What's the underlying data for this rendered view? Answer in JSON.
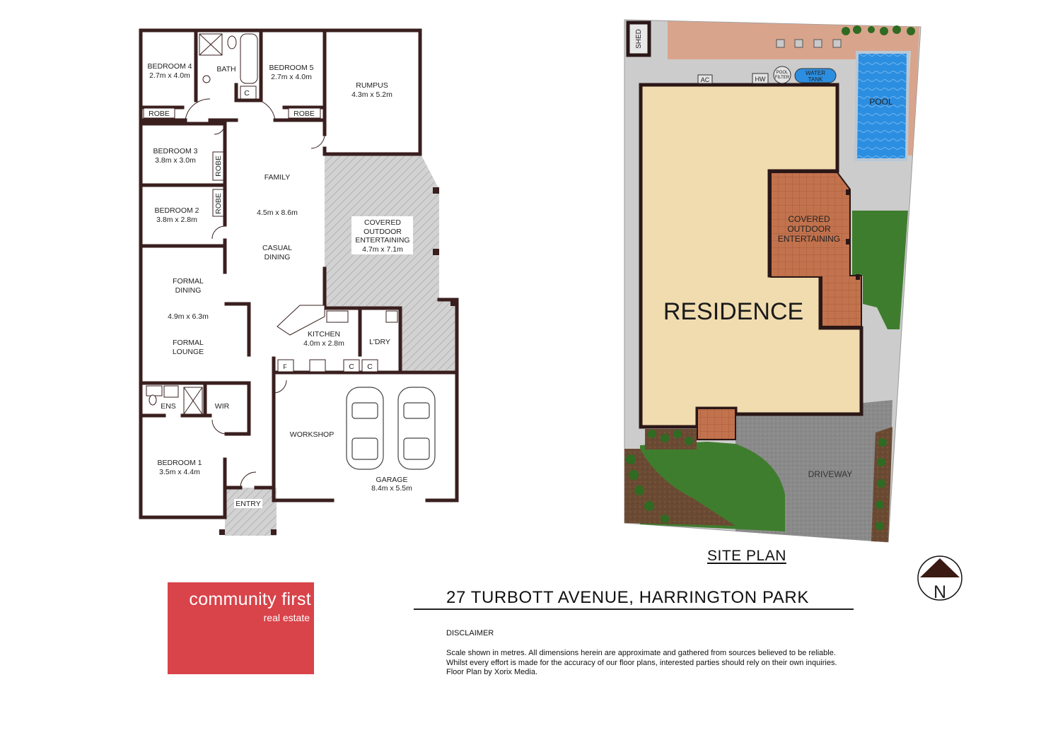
{
  "floor_plan": {
    "rooms": {
      "bedroom4": {
        "name": "BEDROOM 4",
        "size": "2.7m x 4.0m"
      },
      "bath": {
        "name": "BATH"
      },
      "bedroom5": {
        "name": "BEDROOM 5",
        "size": "2.7m x 4.0m"
      },
      "rumpus": {
        "name": "RUMPUS",
        "size": "4.3m x 5.2m"
      },
      "robe": "ROBE",
      "cupboard": "C",
      "bedroom3": {
        "name": "BEDROOM 3",
        "size": "3.8m x 3.0m"
      },
      "bedroom2": {
        "name": "BEDROOM 2",
        "size": "3.8m x 2.8m"
      },
      "family": {
        "name": "FAMILY",
        "size": "4.5m x 8.6m",
        "casual": "CASUAL",
        "dining": "DINING"
      },
      "covered": {
        "line1": "COVERED",
        "line2": "OUTDOOR",
        "line3": "ENTERTAINING",
        "size": "4.7m x 7.1m"
      },
      "formal_dining": {
        "line1": "FORMAL",
        "line2": "DINING",
        "size": "4.9m x 6.3m"
      },
      "formal_lounge": {
        "line1": "FORMAL",
        "line2": "LOUNGE"
      },
      "kitchen": {
        "name": "KITCHEN",
        "size": "4.0m x 2.8m"
      },
      "laundry": {
        "name": "L'DRY"
      },
      "fridge": "F",
      "ensuite": {
        "name": "ENS"
      },
      "wir": {
        "name": "WIR"
      },
      "workshop": {
        "name": "WORKSHOP"
      },
      "garage": {
        "name": "GARAGE",
        "size": "8.4m x 5.5m"
      },
      "bedroom1": {
        "name": "BEDROOM 1",
        "size": "3.5m x 4.4m"
      },
      "entry": {
        "name": "ENTRY"
      }
    }
  },
  "site_plan": {
    "title": "SITE PLAN",
    "labels": {
      "shed": "SHED",
      "ac": "AC",
      "hw": "HW",
      "pool_filter_1": "POOL",
      "pool_filter_2": "FILTER",
      "water_tank_1": "WATER",
      "water_tank_2": "TANK",
      "pool": "POOL",
      "covered_1": "COVERED",
      "covered_2": "OUTDOOR",
      "covered_3": "ENTERTAINING",
      "residence": "RESIDENCE",
      "driveway": "DRIVEWAY"
    },
    "colors": {
      "residence": "#f0dcaf",
      "covered_outdoor": "#c2734e",
      "lawn": "#3f7d2e",
      "pavers": "#d9a48c",
      "pool": "#2c8ee0",
      "driveway": "#8a8a8a",
      "path": "#cccccc"
    }
  },
  "compass": {
    "label": "N"
  },
  "address": "27 TURBOTT AVENUE, HARRINGTON PARK",
  "disclaimer": {
    "title": "DISCLAIMER",
    "line1": "Scale shown in metres. All dimensions herein are approximate and gathered from sources believed to be reliable.",
    "line2": "Whilst every effort is made for the accuracy of our floor plans, interested parties should rely on their own inquiries.",
    "line3": "Floor Plan by Xorix Media."
  },
  "logo": {
    "name": "community first",
    "sub": "real estate",
    "color": "#d9434a"
  }
}
